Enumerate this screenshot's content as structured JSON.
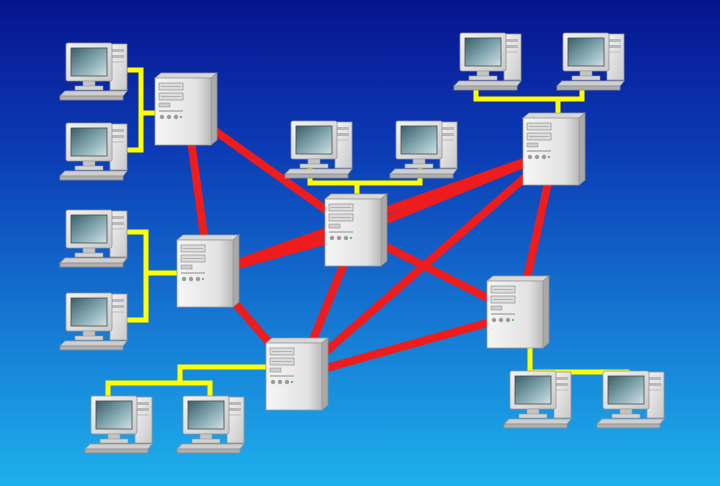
{
  "colors": {
    "background_top": "#07148f",
    "background_bottom": "#1db0ec",
    "server_link": "#ee1c1c",
    "client_link": "#ffff00"
  },
  "icons": {
    "server": "server-tower-icon",
    "client": "desktop-computer-icon"
  },
  "servers": [
    {
      "id": "s1"
    },
    {
      "id": "s2"
    },
    {
      "id": "s3"
    },
    {
      "id": "s4"
    },
    {
      "id": "s5"
    },
    {
      "id": "s6"
    },
    {
      "id": "s7"
    }
  ],
  "server_links": [
    [
      "s1",
      "s2"
    ],
    [
      "s1",
      "s3"
    ],
    [
      "s2",
      "s4"
    ],
    [
      "s2",
      "s3"
    ],
    [
      "s3",
      "s4"
    ],
    [
      "s3",
      "s5"
    ],
    [
      "s4",
      "s5"
    ],
    [
      "s2",
      "s6"
    ],
    [
      "s6",
      "s5"
    ],
    [
      "s3",
      "s6"
    ],
    [
      "s4",
      "s6"
    ]
  ],
  "client_groups": [
    {
      "server": "s1",
      "clients": 2
    },
    {
      "server": "s2",
      "clients": 2
    },
    {
      "server": "s3",
      "clients": 2
    },
    {
      "server": "s4",
      "clients": 2
    },
    {
      "server": "s5",
      "clients": 2
    },
    {
      "server": "s6",
      "clients": 2
    }
  ]
}
